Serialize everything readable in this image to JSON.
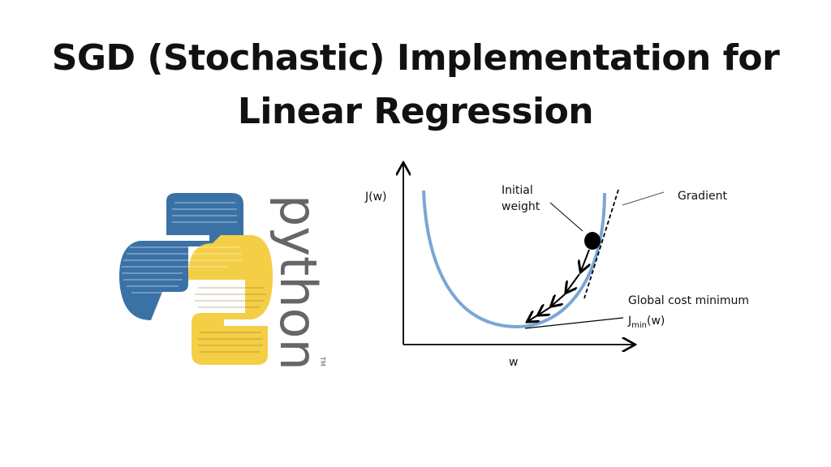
{
  "title": {
    "line1": "SGD (Stochastic) Implementation for",
    "line2": "Linear Regression"
  },
  "logo": {
    "wordmark": "python",
    "trademark": "TM",
    "colors": {
      "blue": "#3a72a6",
      "yellow": "#f4cf45",
      "wordmark": "#666666"
    }
  },
  "diagram": {
    "y_axis_label": "J(w)",
    "x_axis_label": "w",
    "initial_weight_label": [
      "Initial",
      "weight"
    ],
    "gradient_label": "Gradient",
    "minimum_label": "Global cost minimum",
    "jmin_main": "J",
    "jmin_sub": "min",
    "jmin_tail": "(w)",
    "colors": {
      "curve": "#7aa6d6",
      "marks": "#000000"
    }
  }
}
